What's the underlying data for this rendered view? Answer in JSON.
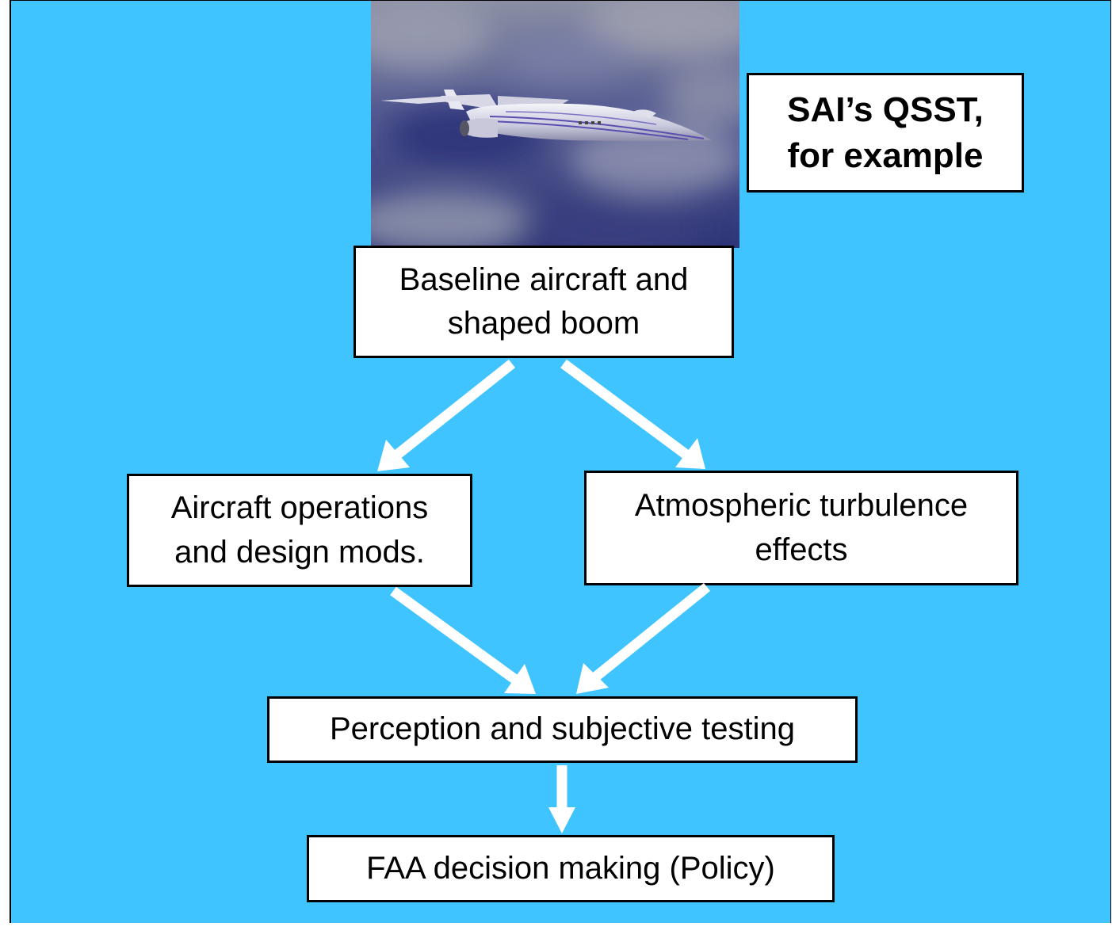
{
  "colors": {
    "background": "#3fc4ff",
    "box_fill": "#ffffff",
    "box_border": "#000000",
    "arrow": "#ffffff"
  },
  "image": {
    "icon": "supersonic-jet-image"
  },
  "callout": {
    "line1": "SAI’s QSST,",
    "line2": "for example"
  },
  "nodes": {
    "baseline": {
      "line1": "Baseline aircraft and",
      "line2": "shaped boom"
    },
    "operations": {
      "line1": "Aircraft operations",
      "line2": "and design mods."
    },
    "turbulence": {
      "line1": "Atmospheric turbulence",
      "line2": "effects"
    },
    "perception": {
      "line1": "Perception and subjective testing"
    },
    "faa": {
      "line1": "FAA decision making (Policy)"
    }
  }
}
